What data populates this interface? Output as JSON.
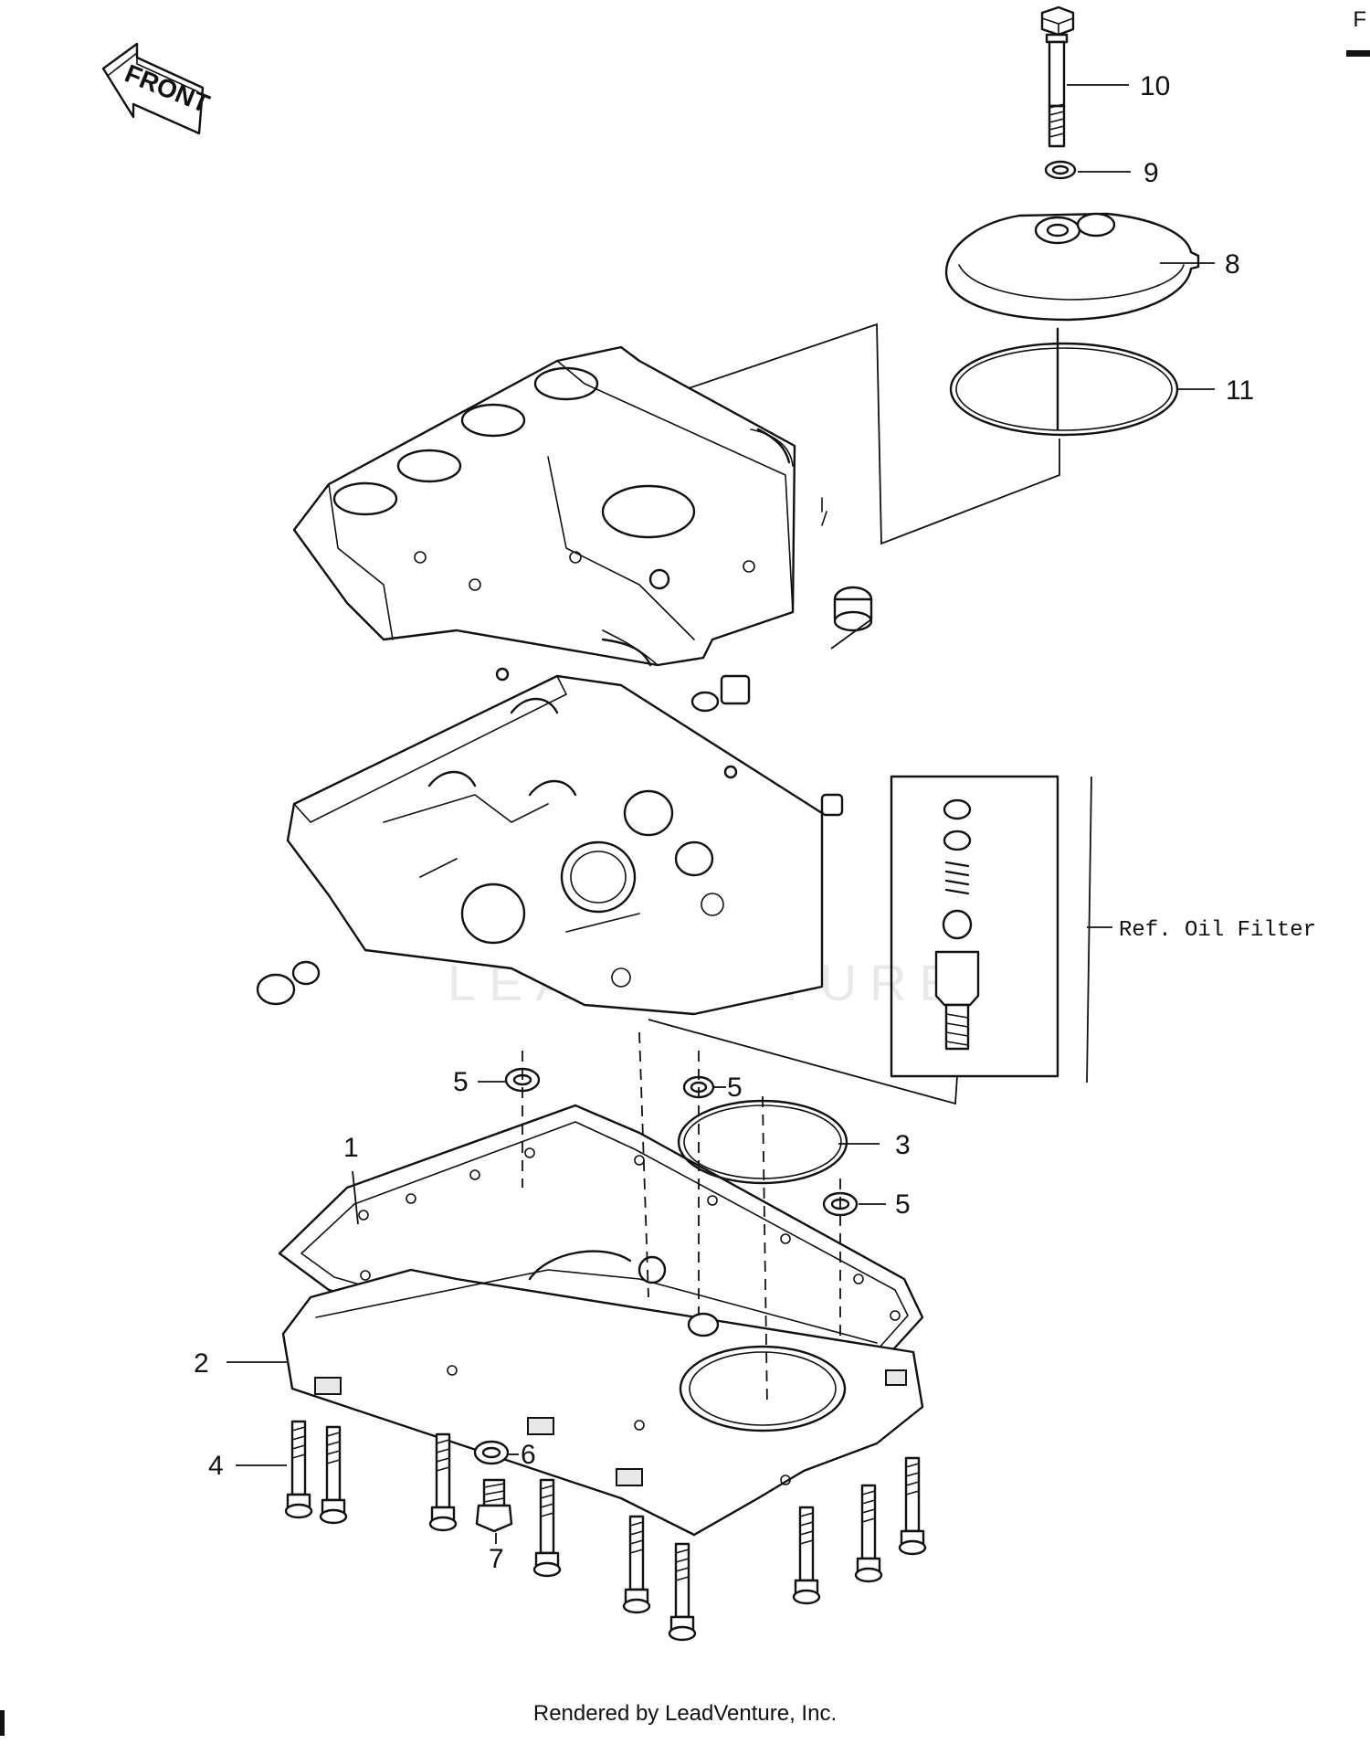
{
  "corner_mark": "F",
  "front_arrow": {
    "label": "FRONT"
  },
  "watermark": "LEADVENTURE",
  "reference_label": "Ref. Oil Filter",
  "callouts": [
    "1",
    "2",
    "3",
    "4",
    "5",
    "5",
    "5",
    "6",
    "7",
    "8",
    "9",
    "10",
    "11"
  ],
  "footer": "Rendered by LeadVenture, Inc."
}
